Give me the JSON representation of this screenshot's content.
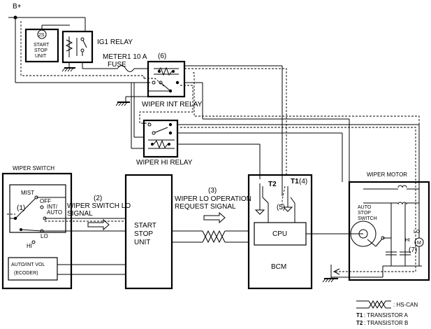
{
  "labels": {
    "supply": "B+",
    "ig1_relay": "IG1 RELAY",
    "meter_fuse_line1": "METER1 10 A",
    "meter_fuse_line2": "FUSE",
    "start_stop_small_line1": "START",
    "start_stop_small_line2": "STOP",
    "start_stop_small_line3": "UNIT",
    "marker_2s": "2S",
    "callout_6": "(6)",
    "wiper_int_relay": "WIPER INT RELAY",
    "wiper_hi_relay": "WIPER HI RELAY",
    "wiper_switch": "WIPER SWITCH",
    "mist": "MIST",
    "off": "OFF",
    "int_auto_line1": "INT/",
    "int_auto_line2": "AUTO",
    "callout_1": "(1)",
    "lo": "LO",
    "hi": "HI",
    "auto_int_vol": "AUTO/INT VOL",
    "encoder": "(ECODER)",
    "callout_2": "(2)",
    "wiper_switch_lo_line1": "WIPER SWITCH LO",
    "wiper_switch_lo_line2": "SIGNAL",
    "start_stop_unit_line1": "START",
    "start_stop_unit_line2": "STOP",
    "start_stop_unit_line3": "UNIT",
    "callout_3": "(3)",
    "request_line1": "WIPER LO OPERATION",
    "request_line2": "REQUEST SIGNAL",
    "t2": "T2",
    "t1": "T1",
    "callout_4": "(4)",
    "callout_5": "(5)",
    "cpu": "CPU",
    "bcm": "BCM",
    "wiper_motor": "WIPER MOTOR",
    "auto_stop_line1": "AUTO",
    "auto_stop_line2": "STOP",
    "auto_stop_line3": "SWITCH",
    "motor_lo": "LO",
    "motor_hi": "HI",
    "motor_m": "M",
    "callout_7": "(7)"
  },
  "legend": {
    "hs_can": ": HS-CAN",
    "t1_key": "T1",
    "t1_text": ": TRANSISTOR A",
    "t2_key": "T2",
    "t2_text": ": TRANSISTOR B"
  }
}
